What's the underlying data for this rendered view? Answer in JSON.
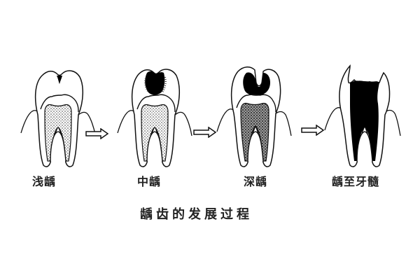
{
  "diagram": {
    "caption": "龋齿的发展过程",
    "stages": [
      {
        "label": "浅龋",
        "lesion": "enamel"
      },
      {
        "label": "中龋",
        "lesion": "dentin-shallow"
      },
      {
        "label": "深龋",
        "lesion": "dentin-deep"
      },
      {
        "label": "龋至牙髓",
        "lesion": "pulp"
      }
    ],
    "arrows": [
      "arrow",
      "arrow",
      "arrow"
    ],
    "colors": {
      "line": "#111111",
      "background": "#ffffff",
      "pulp_stipple": "#555555",
      "decay": "#000000"
    }
  }
}
